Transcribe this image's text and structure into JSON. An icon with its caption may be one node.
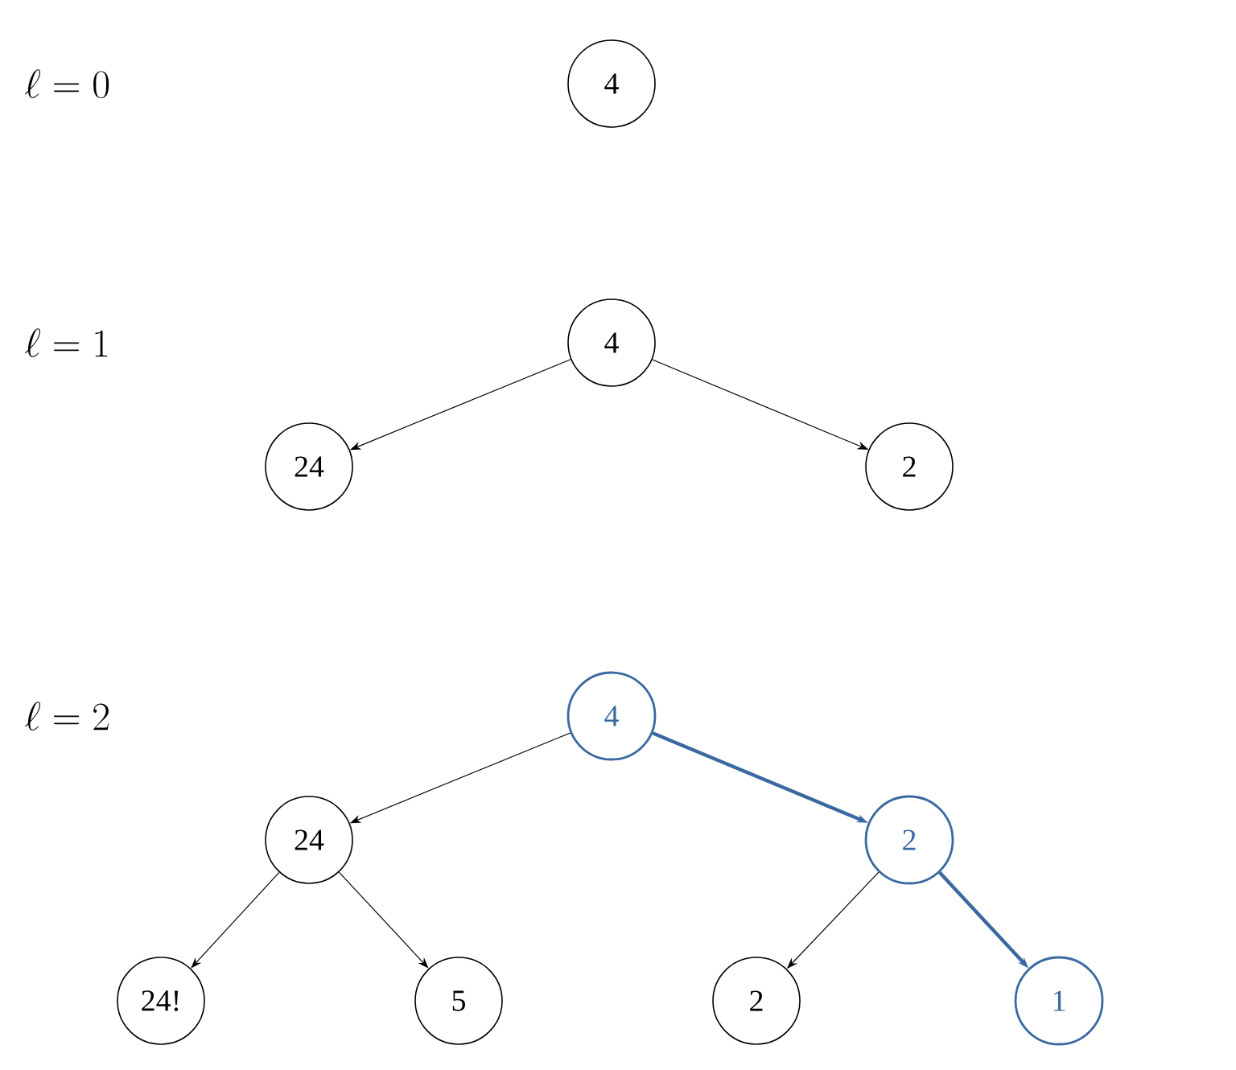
{
  "diagram": {
    "nodes": [
      {
        "text": [
          "4"
        ]
      },
      {
        "text": [
          "4"
        ]
      },
      {
        "text": [
          "24"
        ]
      },
      {
        "text": [
          "2"
        ]
      },
      {
        "text": [
          "4"
        ]
      },
      {
        "text": [
          "24"
        ]
      },
      {
        "text": [
          "2"
        ]
      },
      {
        "text": [
          "24!"
        ]
      },
      {
        "text": [
          "5"
        ]
      },
      {
        "text": [
          "2"
        ]
      },
      {
        "text": [
          "1"
        ]
      }
    ],
    "edges": [
      {
        "from": 1,
        "to": 2,
        "arrow": "to"
      },
      {
        "from": 1,
        "to": 3,
        "arrow": "to"
      },
      {
        "from": 4,
        "to": 5,
        "arrow": "to"
      },
      {
        "from": 4,
        "to": 6,
        "arrow": "to",
        "style": "thick",
        "color": "#3a68a0"
      },
      {
        "from": 5,
        "to": 7,
        "arrow": "to"
      },
      {
        "from": 5,
        "to": 8,
        "arrow": "to"
      },
      {
        "from": 6,
        "to": 9,
        "arrow": "to"
      },
      {
        "from": 6,
        "to": 10,
        "arrow": "to",
        "style": "thick",
        "color": "#3a68a0"
      }
    ],
    "labels": [
      "\\ell = 0",
      "\\ell = 1",
      "\\ell = 2"
    ]
  }
}
